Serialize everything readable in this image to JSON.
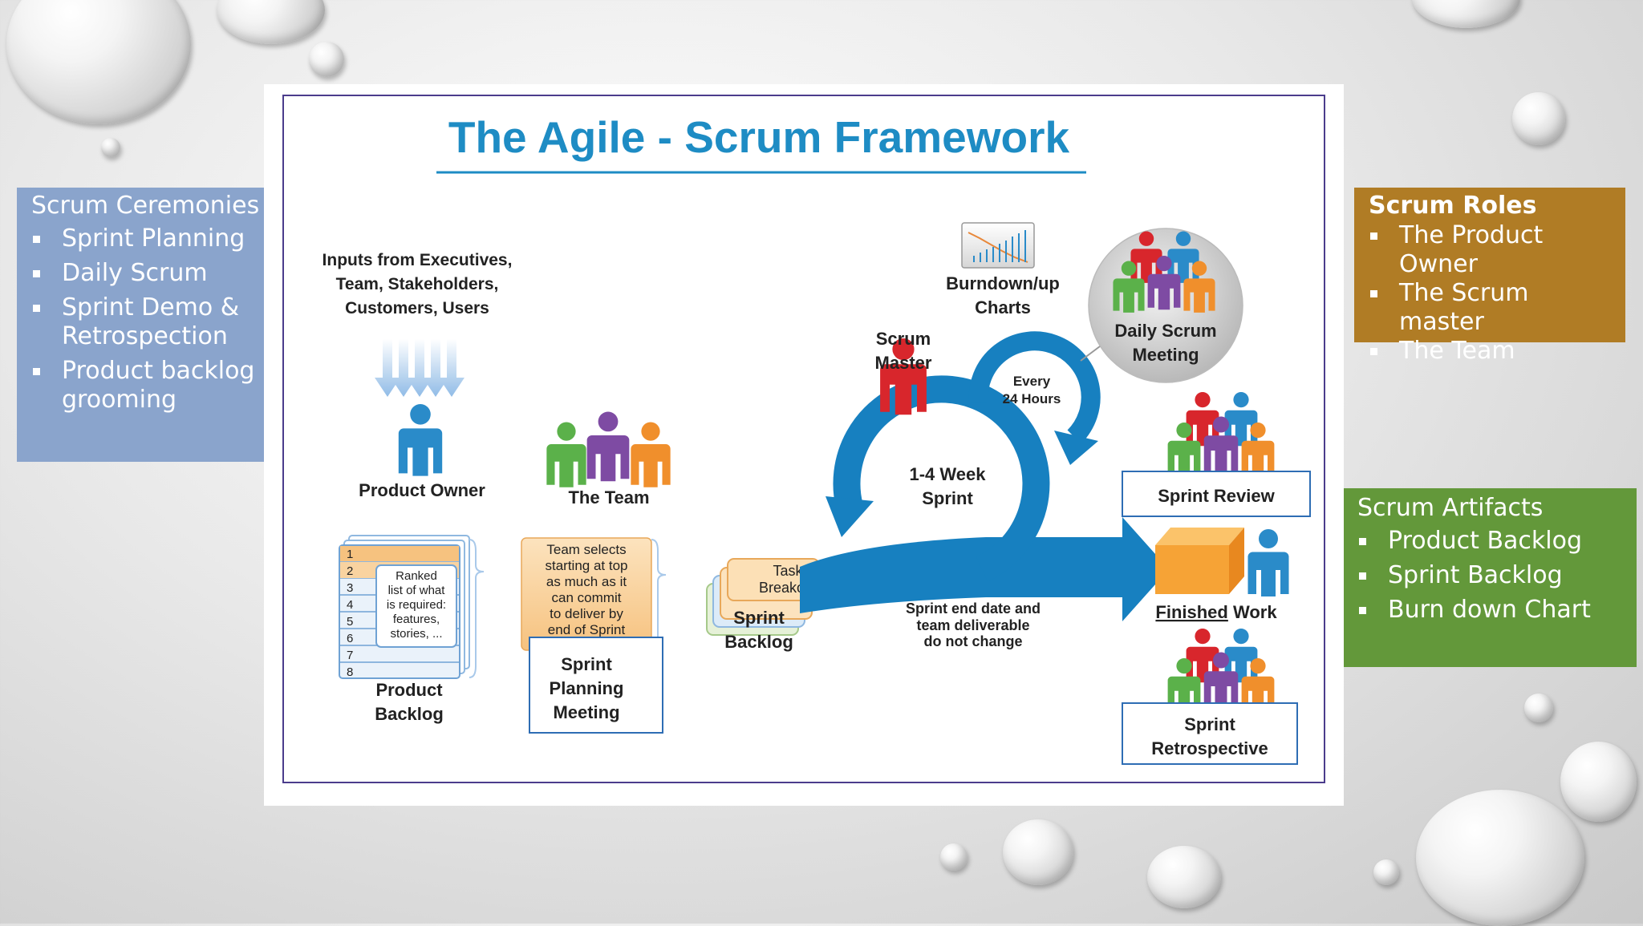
{
  "ceremonies": {
    "heading": "Scrum Ceremonies",
    "items": [
      "Sprint Planning",
      "Daily Scrum",
      "Sprint Demo & Retrospection",
      "Product backlog grooming"
    ]
  },
  "roles": {
    "heading": "Scrum Roles",
    "items": [
      "The Product Owner",
      "The Scrum master",
      "The Team"
    ]
  },
  "artifacts": {
    "heading": "Scrum Artifacts",
    "items": [
      "Product Backlog",
      "Sprint Backlog",
      "Burn down Chart"
    ]
  },
  "diagram": {
    "title": "The Agile - Scrum Framework",
    "inputs": [
      "Inputs from Executives,",
      "Team, Stakeholders,",
      "Customers, Users"
    ],
    "product_owner": "Product Owner",
    "the_team": "The Team",
    "backlog_rows": [
      "1",
      "2",
      "3",
      "4",
      "5",
      "6",
      "7",
      "8"
    ],
    "backlog_note": [
      "Ranked",
      "list of what",
      "is required:",
      "features,",
      "stories, ..."
    ],
    "product_backlog": [
      "Product",
      "Backlog"
    ],
    "team_selects": [
      "Team selects",
      "starting at top",
      "as much as it",
      "can commit",
      "to deliver by",
      "end of Sprint"
    ],
    "sprint_planning": [
      "Sprint",
      "Planning",
      "Meeting"
    ],
    "task_breakout": [
      "Task",
      "Breakout"
    ],
    "sprint_backlog": [
      "Sprint",
      "Backlog"
    ],
    "scrum_master": [
      "Scrum",
      "Master"
    ],
    "burndown": [
      "Burndown/up",
      "Charts"
    ],
    "daily_scrum": [
      "Daily Scrum",
      "Meeting"
    ],
    "every_24": [
      "Every",
      "24 Hours"
    ],
    "sprint_length": [
      "1-4 Week",
      "Sprint"
    ],
    "sprint_end": [
      "Sprint end date and",
      "team deliverable",
      "do not change"
    ],
    "sprint_review": "Sprint Review",
    "finished_word": "Finished",
    "work_word": "Work",
    "sprint_retro": [
      "Sprint",
      "Retrospective"
    ]
  },
  "colors": {
    "ceremonies_bg": "#8AA4CC",
    "roles_bg": "#B07C25",
    "artifacts_bg": "#63983A",
    "title_blue": "#1E8CC4",
    "arrow_blue": "#1780C0"
  }
}
